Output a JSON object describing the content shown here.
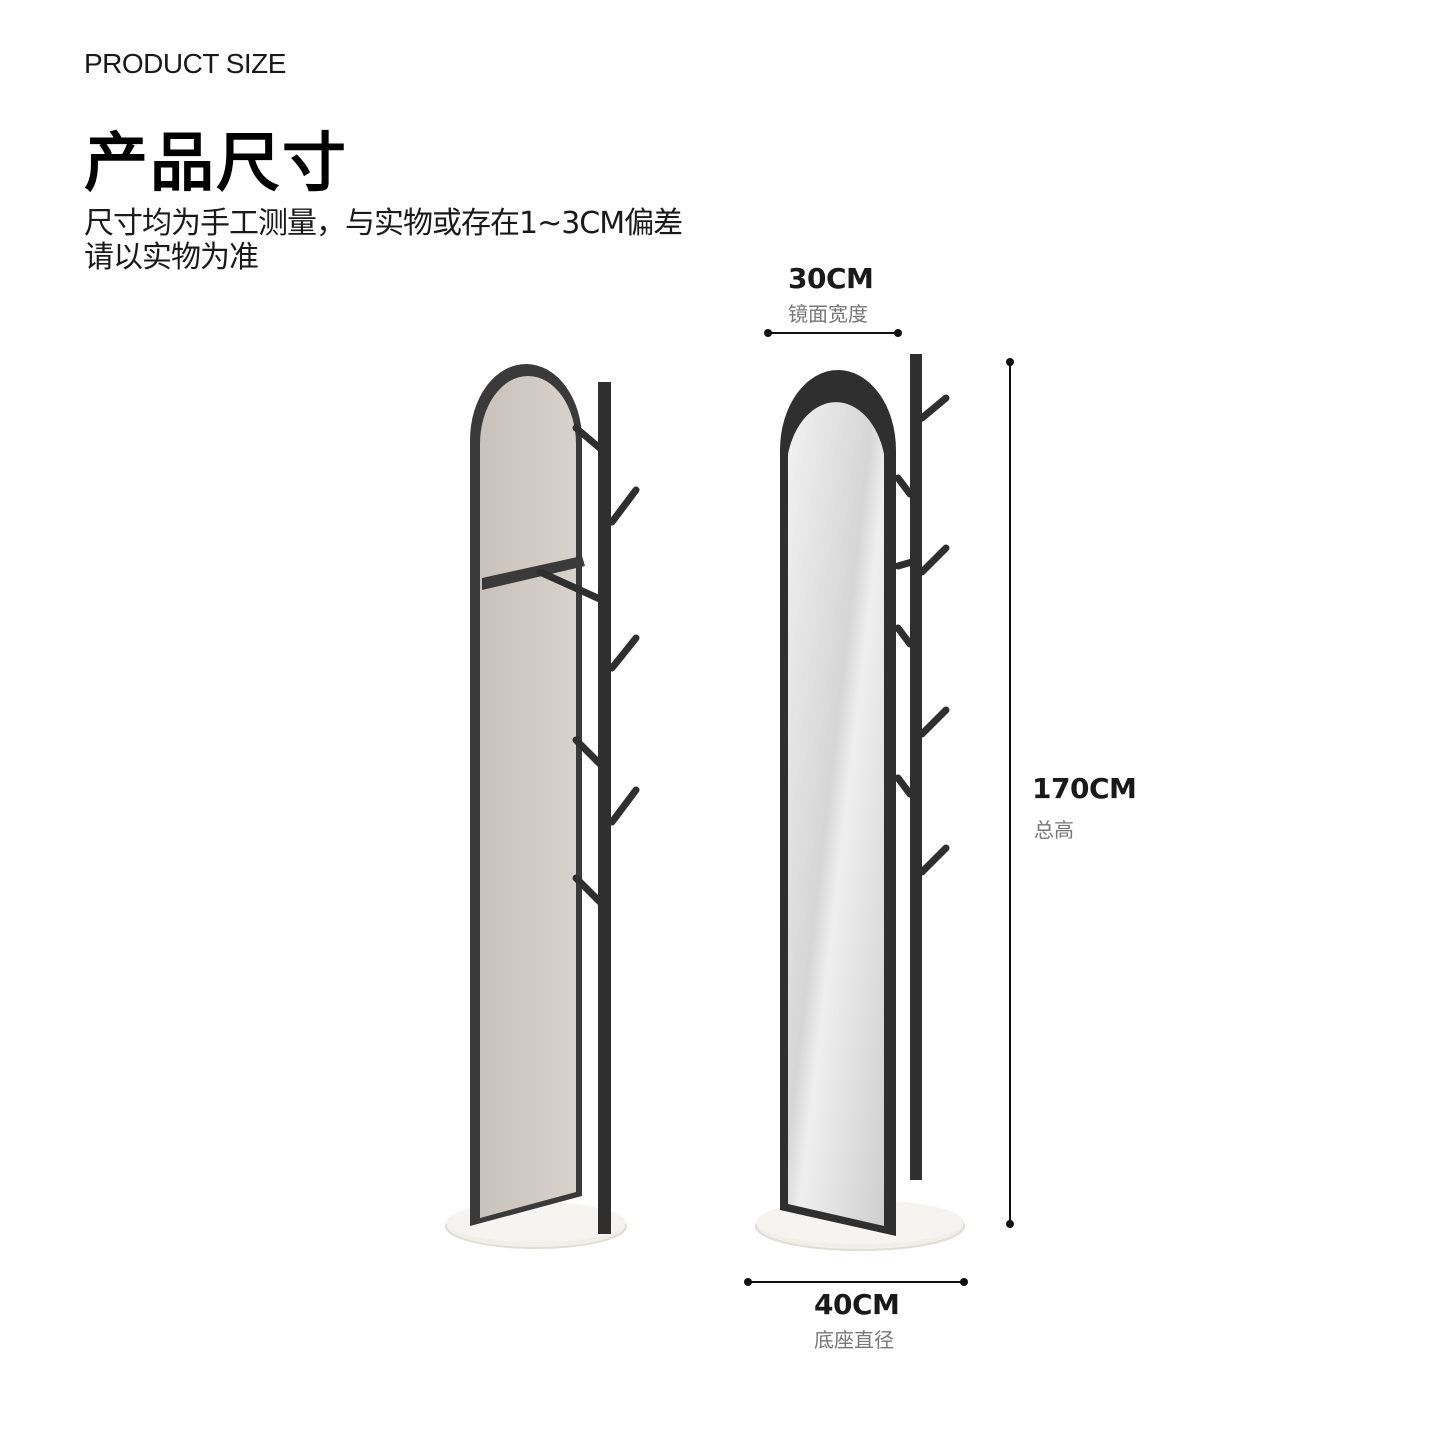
{
  "header": {
    "eyebrow": "PRODUCT SIZE",
    "title": "产品尺寸",
    "note_line1": "尺寸均为手工测量，与实物或存在1~3CM偏差",
    "note_line2": "请以实物为准"
  },
  "dimensions": {
    "mirror_width": {
      "value": "30CM",
      "caption": "镜面宽度"
    },
    "total_height": {
      "value": "170CM",
      "caption": "总高"
    },
    "base_diameter": {
      "value": "40CM",
      "caption": "底座直径"
    }
  },
  "colors": {
    "frame": "#3a3a3a",
    "back_panel": "#cfc8c2",
    "mirror": "#dcdcdc",
    "base": "#f1efea",
    "dimension_line": "#111111"
  }
}
